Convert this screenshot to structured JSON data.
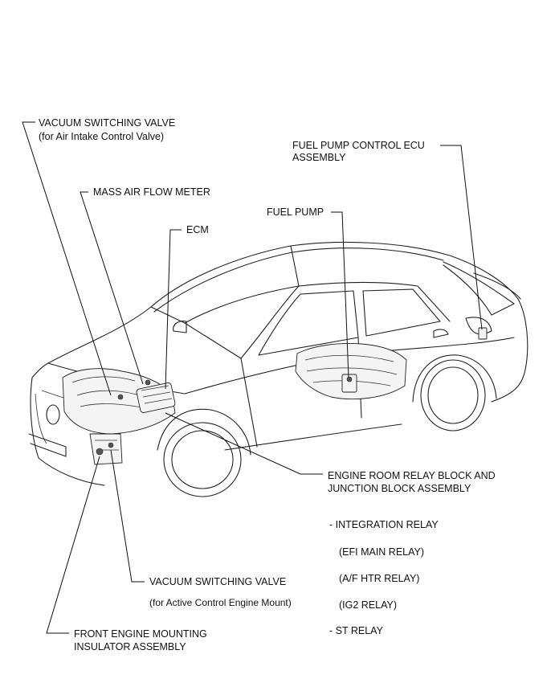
{
  "labels": {
    "vsv_aic_line1": "VACUUM SWITCHING VALVE",
    "vsv_aic_line2": "(for Air Intake Control Valve)",
    "maf": "MASS AIR FLOW METER",
    "ecm": "ECM",
    "fuel_pump": "FUEL PUMP",
    "fp_ecu_line1": "FUEL PUMP CONTROL ECU",
    "fp_ecu_line2": "ASSEMBLY",
    "relay_block_line1": "ENGINE ROOM RELAY BLOCK AND",
    "relay_block_line2": "JUNCTION BLOCK ASSEMBLY",
    "vsv_acem_line1": "VACUUM SWITCHING VALVE",
    "vsv_acem_line2": "(for Active Control Engine Mount)",
    "fem_line1": "FRONT ENGINE MOUNTING",
    "fem_line2": "INSULATOR ASSEMBLY"
  },
  "relays": {
    "integration": "- INTEGRATION RELAY",
    "efi_main": "(EFI MAIN RELAY)",
    "af_htr": "(A/F HTR RELAY)",
    "ig2": "(IG2 RELAY)",
    "st": "- ST RELAY"
  },
  "colors": {
    "line": "#111111",
    "background": "#ffffff"
  }
}
